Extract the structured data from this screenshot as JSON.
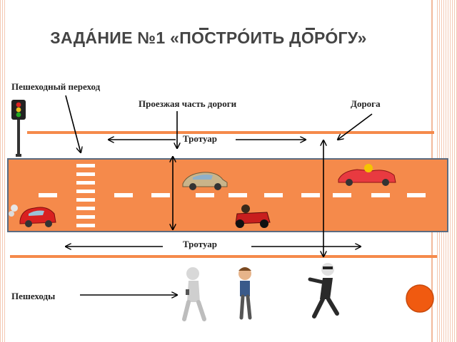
{
  "title": "ЗАДА́НИЕ №1 «ПОСТРО́ИТЬ ДОРО́ГУ»",
  "labels": {
    "crosswalk": "Пешеходный переход",
    "carriageway": "Проезжая часть дороги",
    "road": "Дорога",
    "sidewalk_top": "Тротуар",
    "sidewalk_bottom": "Тротуар",
    "pedestrians": "Пешеходы"
  },
  "colors": {
    "road": "#f58a4b",
    "road_border": "#5b6b80",
    "markings": "#ffffff",
    "title": "#444444",
    "decor_circle": "#f05a10"
  },
  "icons": [
    "traffic-light-icon",
    "red-car-icon",
    "beige-car-icon",
    "pink-car-icon",
    "race-kart-icon",
    "pedestrian-phone-icon",
    "pedestrian-boy-icon",
    "pedestrian-running-icon"
  ]
}
